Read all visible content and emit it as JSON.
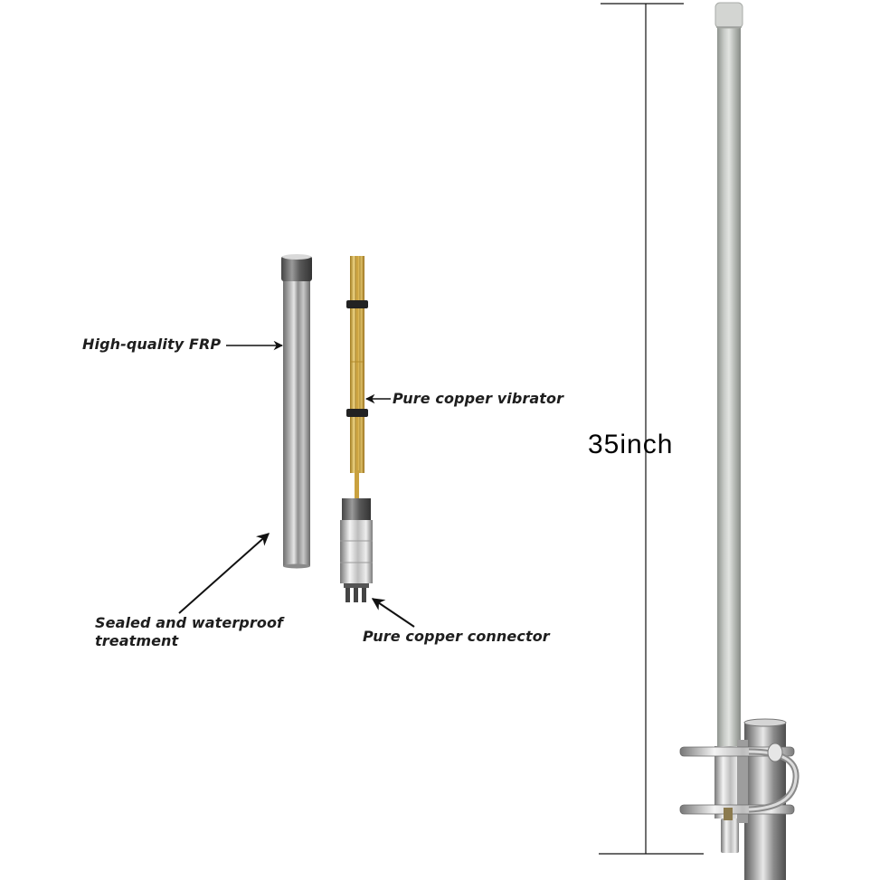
{
  "image": {
    "type": "product-diagram",
    "subject": "fiberglass omnidirectional antenna with exploded internal view"
  },
  "labels": {
    "frp": "High-quality FRP",
    "vibrator": "Pure copper vibrator",
    "sealed_line1": "Sealed and waterproof",
    "sealed_line2": "treatment",
    "connector": "Pure copper connector"
  },
  "dimension": {
    "length": "35inch"
  },
  "colors": {
    "background": "#ffffff",
    "text": "#1e1e1e",
    "frp_tube": "#8a8a8a",
    "copper": "#d8b64a",
    "antenna_body": "#b9bdb9",
    "metal": "#c8c8c8"
  }
}
